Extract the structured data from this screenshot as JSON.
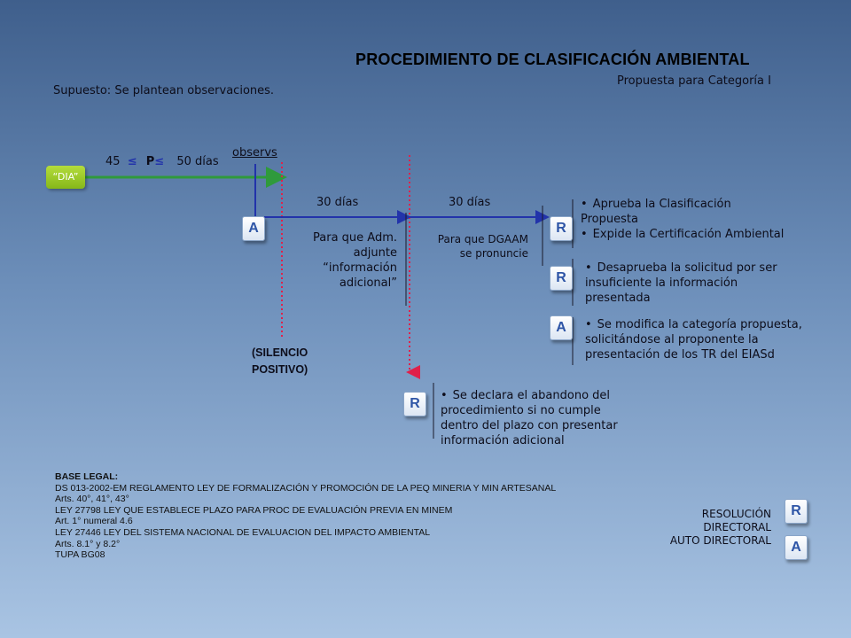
{
  "header": {
    "title": "PROCEDIMIENTO DE CLASIFICACIÓN AMBIENTAL",
    "subtitle_left": "Supuesto: Se plantean observaciones.",
    "subtitle_right": "Propuesta para Categoría I"
  },
  "timeline": {
    "start_label": "“DIA”",
    "range_min": "45",
    "range_symbol_a": "≤",
    "range_var": "P",
    "range_symbol_b": "≤",
    "range_max": "50 días",
    "observs_label": "observs",
    "period1": "30 días",
    "period2": "30 días",
    "note1": [
      "Para que Adm.",
      "adjunte",
      "“información",
      "adicional”"
    ],
    "note2": [
      "Para que DGAAM",
      "se pronuncie"
    ],
    "silencio": [
      "(SILENCIO",
      "POSITIVO)"
    ]
  },
  "boxes": {
    "a1": "A",
    "r1": "R",
    "r2": "R",
    "a2": "A",
    "r_bottom": "R",
    "legend_r": "R",
    "legend_a": "A"
  },
  "outcomes": {
    "o1": [
      "Aprueba la Clasificación",
      "Propuesta"
    ],
    "o1b": "Expide la Certificación Ambiental",
    "o2": [
      "Desaprueba la solicitud por ser",
      "insuficiente la información",
      "presentada"
    ],
    "o3": [
      "Se modifica la categoría propuesta,",
      "solicitándose al proponente la",
      "presentación de los TR del EIASd"
    ],
    "o4": [
      "Se declara el abandono del",
      "procedimiento si no cumple",
      "dentro del plazo con presentar",
      "información adicional"
    ]
  },
  "legal": {
    "heading": "BASE LEGAL:",
    "lines": [
      "DS 013-2002-EM REGLAMENTO LEY DE FORMALIZACIÓN Y PROMOCIÓN DE LA PEQ MINERIA Y MIN ARTESANAL",
      "Arts. 40°, 41°, 43°",
      "LEY 27798 LEY QUE ESTABLECE PLAZO PARA PROC DE EVALUACIÓN PREVIA EN MINEM",
      "Art. 1° numeral 4.6",
      "LEY 27446 LEY DEL SISTEMA NACIONAL DE EVALUACION DEL IMPACTO AMBIENTAL",
      "Arts. 8.1° y 8.2°",
      "TUPA BG08"
    ]
  },
  "legend": {
    "r_label": [
      "RESOLUCIÓN",
      "DIRECTORAL"
    ],
    "a_label": "AUTO DIRECTORAL"
  },
  "colors": {
    "green_line": "#2f9a3c",
    "red_dotted": "#e0204a",
    "blue_line": "#2233aa",
    "box_text": "#2e55a6"
  }
}
